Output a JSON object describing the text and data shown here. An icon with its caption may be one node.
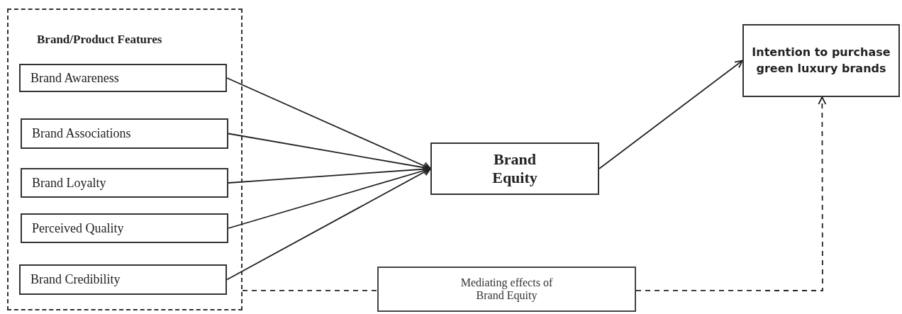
{
  "diagram": {
    "nodes": [
      {
        "text": [
          "Brand/Product Features"
        ]
      },
      {
        "text": [
          "Brand Awareness"
        ],
        "in": 0
      },
      {
        "text": [
          "Brand Associations"
        ],
        "in": 0
      },
      {
        "text": [
          "Brand Loyalty"
        ],
        "in": 0
      },
      {
        "text": [
          "Perceived Quality"
        ],
        "in": 0
      },
      {
        "text": [
          "Brand Credibility"
        ],
        "in": 0
      },
      {
        "text": [
          "Brand Equity"
        ]
      },
      {
        "text": [
          "Intention to purchase green luxury brands"
        ]
      },
      {
        "text": [
          "Mediating effects of Brand Equity"
        ]
      }
    ],
    "edges": [
      {
        "from": 1,
        "to": 6,
        "arrow": "to"
      },
      {
        "from": 2,
        "to": 6,
        "arrow": "to"
      },
      {
        "from": 3,
        "to": 6,
        "arrow": "to"
      },
      {
        "from": 4,
        "to": 6,
        "arrow": "to"
      },
      {
        "from": 5,
        "to": 6,
        "arrow": "to"
      },
      {
        "from": 6,
        "to": 7,
        "arrow": "to"
      },
      {
        "from": 0,
        "to": 8,
        "arrow": "none",
        "style": "dashed"
      },
      {
        "from": 8,
        "to": 7,
        "arrow": "to",
        "style": "dashed"
      }
    ]
  }
}
